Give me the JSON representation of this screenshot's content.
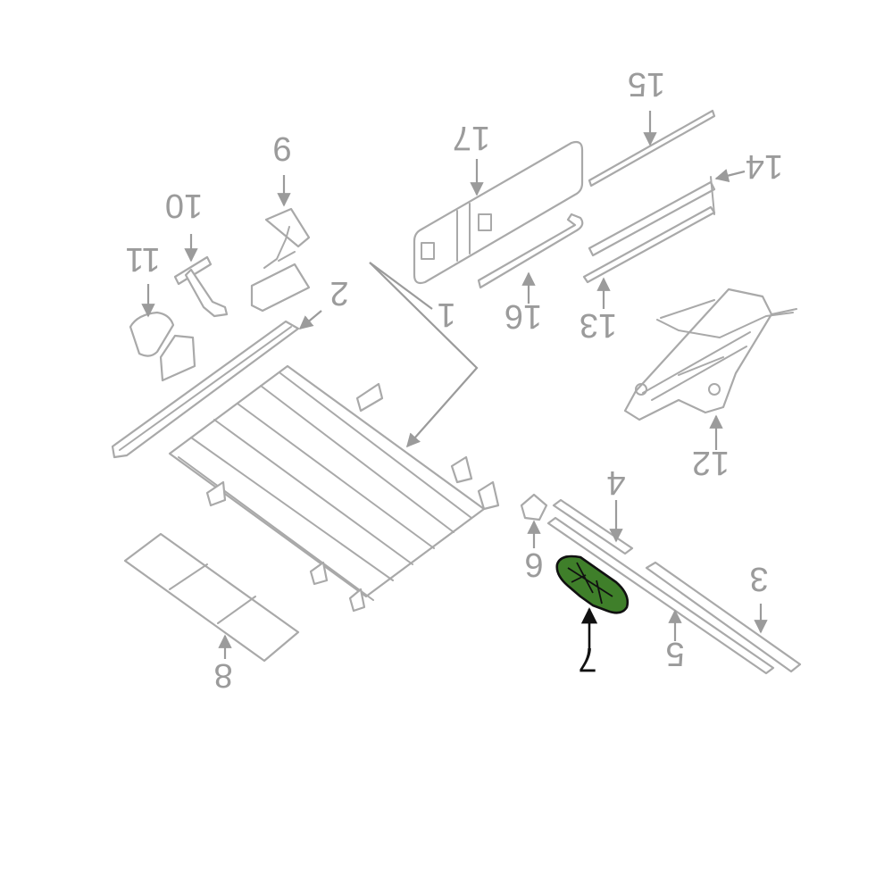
{
  "highlighted_part": "7",
  "callouts": {
    "c1": "1",
    "c2": "2",
    "c3": "3",
    "c4": "4",
    "c5": "5",
    "c6": "6",
    "c7": "7",
    "c8": "8",
    "c9": "9",
    "c10": "10",
    "c11": "11",
    "c12": "12",
    "c13": "13",
    "c14": "14",
    "c15": "15",
    "c16": "16",
    "c17": "17"
  },
  "colors": {
    "line": "#a9a9a9",
    "label": "#9b9b9b",
    "highlight_fill": "#3f7f2a",
    "highlight_stroke": "#111111"
  }
}
